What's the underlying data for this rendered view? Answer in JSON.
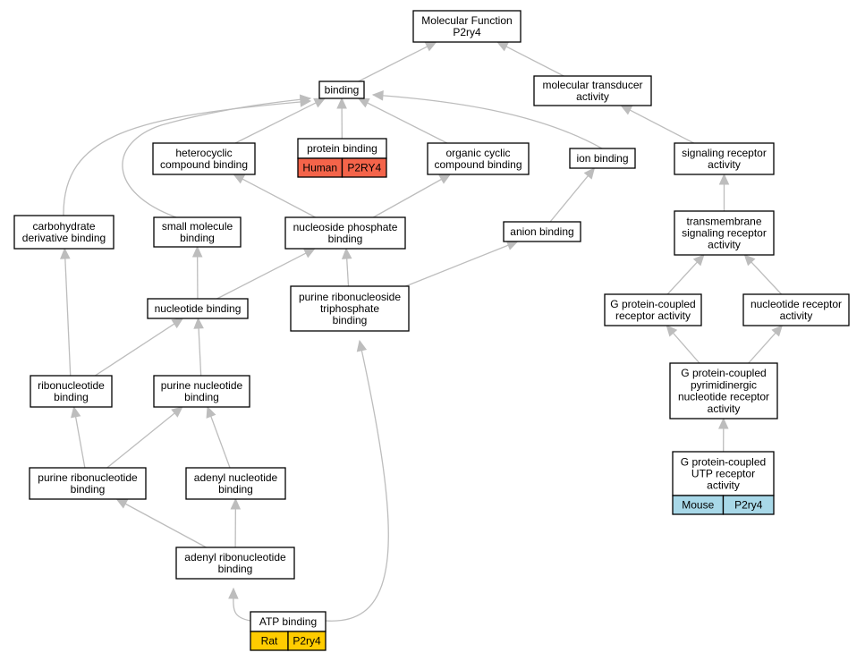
{
  "colors": {
    "human": "#f4644a",
    "rat": "#ffcc00",
    "mouse": "#a8d8e8",
    "edge": "#bdbdbd"
  },
  "nodes": [
    {
      "id": "molecular-function",
      "lines": [
        "Molecular Function",
        "P2ry4"
      ]
    },
    {
      "id": "binding",
      "lines": [
        "binding"
      ]
    },
    {
      "id": "molecular-transducer-activity",
      "lines": [
        "molecular transducer",
        "activity"
      ]
    },
    {
      "id": "heterocyclic-compound-binding",
      "lines": [
        "heterocyclic",
        "compound binding"
      ]
    },
    {
      "id": "protein-binding",
      "lines": [
        "protein binding"
      ],
      "tags": [
        {
          "text": "Human",
          "color": "human"
        },
        {
          "text": "P2RY4",
          "color": "human"
        }
      ]
    },
    {
      "id": "organic-cyclic-compound-binding",
      "lines": [
        "organic cyclic",
        "compound binding"
      ]
    },
    {
      "id": "ion-binding",
      "lines": [
        "ion binding"
      ]
    },
    {
      "id": "signaling-receptor-activity",
      "lines": [
        "signaling receptor",
        "activity"
      ]
    },
    {
      "id": "carbohydrate-derivative-binding",
      "lines": [
        "carbohydrate",
        "derivative binding"
      ]
    },
    {
      "id": "small-molecule-binding",
      "lines": [
        "small molecule",
        "binding"
      ]
    },
    {
      "id": "nucleoside-phosphate-binding",
      "lines": [
        "nucleoside phosphate",
        "binding"
      ]
    },
    {
      "id": "anion-binding",
      "lines": [
        "anion binding"
      ]
    },
    {
      "id": "transmembrane-signaling-receptor-activity",
      "lines": [
        "transmembrane",
        "signaling receptor",
        "activity"
      ]
    },
    {
      "id": "nucleotide-binding",
      "lines": [
        "nucleotide binding"
      ]
    },
    {
      "id": "purine-ribonucleoside-triphosphate-binding",
      "lines": [
        "purine ribonucleoside",
        "triphosphate",
        "binding"
      ]
    },
    {
      "id": "g-protein-coupled-receptor-activity",
      "lines": [
        "G protein-coupled",
        "receptor activity"
      ]
    },
    {
      "id": "nucleotide-receptor-activity",
      "lines": [
        "nucleotide receptor",
        "activity"
      ]
    },
    {
      "id": "ribonucleotide-binding",
      "lines": [
        "ribonucleotide",
        "binding"
      ]
    },
    {
      "id": "purine-nucleotide-binding",
      "lines": [
        "purine nucleotide",
        "binding"
      ]
    },
    {
      "id": "g-protein-coupled-pyrimidinergic-nucleotide-receptor-activity",
      "lines": [
        "G protein-coupled",
        "pyrimidinergic",
        "nucleotide receptor",
        "activity"
      ]
    },
    {
      "id": "purine-ribonucleotide-binding",
      "lines": [
        "purine ribonucleotide",
        "binding"
      ]
    },
    {
      "id": "adenyl-nucleotide-binding",
      "lines": [
        "adenyl nucleotide",
        "binding"
      ]
    },
    {
      "id": "g-protein-coupled-utp-receptor-activity",
      "lines": [
        "G protein-coupled",
        "UTP receptor",
        "activity"
      ],
      "tags": [
        {
          "text": "Mouse",
          "color": "mouse"
        },
        {
          "text": "P2ry4",
          "color": "mouse"
        }
      ]
    },
    {
      "id": "adenyl-ribonucleotide-binding",
      "lines": [
        "adenyl ribonucleotide",
        "binding"
      ]
    },
    {
      "id": "atp-binding",
      "lines": [
        "ATP binding"
      ],
      "tags": [
        {
          "text": "Rat",
          "color": "rat"
        },
        {
          "text": "P2ry4",
          "color": "rat"
        }
      ]
    }
  ],
  "edges": [
    {
      "from": "binding",
      "to": "molecular-function"
    },
    {
      "from": "molecular-transducer-activity",
      "to": "molecular-function"
    },
    {
      "from": "heterocyclic-compound-binding",
      "to": "binding"
    },
    {
      "from": "protein-binding",
      "to": "binding"
    },
    {
      "from": "organic-cyclic-compound-binding",
      "to": "binding"
    },
    {
      "from": "ion-binding",
      "to": "binding"
    },
    {
      "from": "carbohydrate-derivative-binding",
      "to": "binding"
    },
    {
      "from": "small-molecule-binding",
      "to": "binding"
    },
    {
      "from": "signaling-receptor-activity",
      "to": "molecular-transducer-activity"
    },
    {
      "from": "nucleoside-phosphate-binding",
      "to": "heterocyclic-compound-binding"
    },
    {
      "from": "nucleoside-phosphate-binding",
      "to": "organic-cyclic-compound-binding"
    },
    {
      "from": "anion-binding",
      "to": "ion-binding"
    },
    {
      "from": "transmembrane-signaling-receptor-activity",
      "to": "signaling-receptor-activity"
    },
    {
      "from": "nucleotide-binding",
      "to": "small-molecule-binding"
    },
    {
      "from": "nucleotide-binding",
      "to": "nucleoside-phosphate-binding"
    },
    {
      "from": "purine-ribonucleoside-triphosphate-binding",
      "to": "nucleoside-phosphate-binding"
    },
    {
      "from": "purine-ribonucleoside-triphosphate-binding",
      "to": "anion-binding"
    },
    {
      "from": "g-protein-coupled-receptor-activity",
      "to": "transmembrane-signaling-receptor-activity"
    },
    {
      "from": "nucleotide-receptor-activity",
      "to": "transmembrane-signaling-receptor-activity"
    },
    {
      "from": "ribonucleotide-binding",
      "to": "carbohydrate-derivative-binding"
    },
    {
      "from": "ribonucleotide-binding",
      "to": "nucleotide-binding"
    },
    {
      "from": "purine-nucleotide-binding",
      "to": "nucleotide-binding"
    },
    {
      "from": "g-protein-coupled-pyrimidinergic-nucleotide-receptor-activity",
      "to": "g-protein-coupled-receptor-activity"
    },
    {
      "from": "g-protein-coupled-pyrimidinergic-nucleotide-receptor-activity",
      "to": "nucleotide-receptor-activity"
    },
    {
      "from": "purine-ribonucleotide-binding",
      "to": "ribonucleotide-binding"
    },
    {
      "from": "purine-ribonucleotide-binding",
      "to": "purine-nucleotide-binding"
    },
    {
      "from": "adenyl-nucleotide-binding",
      "to": "purine-nucleotide-binding"
    },
    {
      "from": "g-protein-coupled-utp-receptor-activity",
      "to": "g-protein-coupled-pyrimidinergic-nucleotide-receptor-activity"
    },
    {
      "from": "adenyl-ribonucleotide-binding",
      "to": "purine-ribonucleotide-binding"
    },
    {
      "from": "adenyl-ribonucleotide-binding",
      "to": "adenyl-nucleotide-binding"
    },
    {
      "from": "atp-binding",
      "to": "adenyl-ribonucleotide-binding"
    },
    {
      "from": "atp-binding",
      "to": "purine-ribonucleoside-triphosphate-binding"
    }
  ]
}
